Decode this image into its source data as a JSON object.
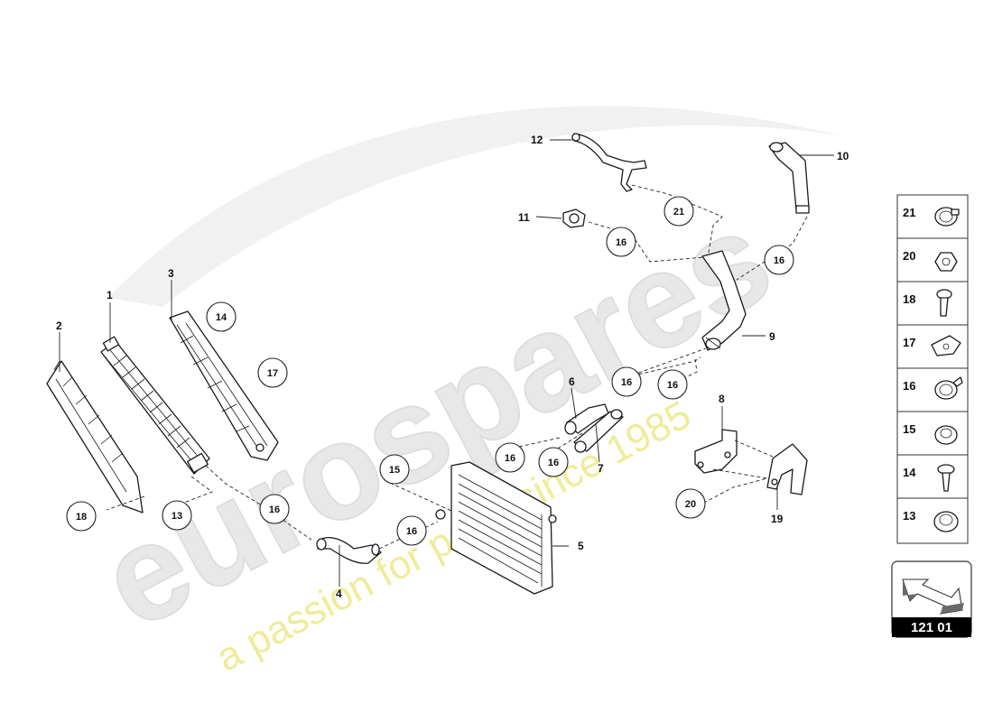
{
  "watermark": {
    "brand": "eurospares",
    "tagline": "a passion for parts since 1985"
  },
  "callouts": {
    "p1": "1",
    "p2": "2",
    "p3": "3",
    "p4": "4",
    "p5": "5",
    "p6": "6",
    "p7": "7",
    "p8": "8",
    "p9": "9",
    "p10": "10",
    "p11": "11",
    "p12": "12",
    "p19": "19"
  },
  "circles": {
    "c14": "14",
    "c17": "17",
    "c18": "18",
    "c13": "13",
    "c16a": "16",
    "c16b": "16",
    "c16c": "16",
    "c16d": "16",
    "c16e": "16",
    "c16f": "16",
    "c16g": "16",
    "c16h": "16",
    "c15": "15",
    "c21": "21",
    "c20": "20"
  },
  "legend": [
    "21",
    "20",
    "18",
    "17",
    "16",
    "15",
    "14",
    "13"
  ],
  "reference": {
    "number": "121 01",
    "arrow_color": "#6b6b6b"
  }
}
